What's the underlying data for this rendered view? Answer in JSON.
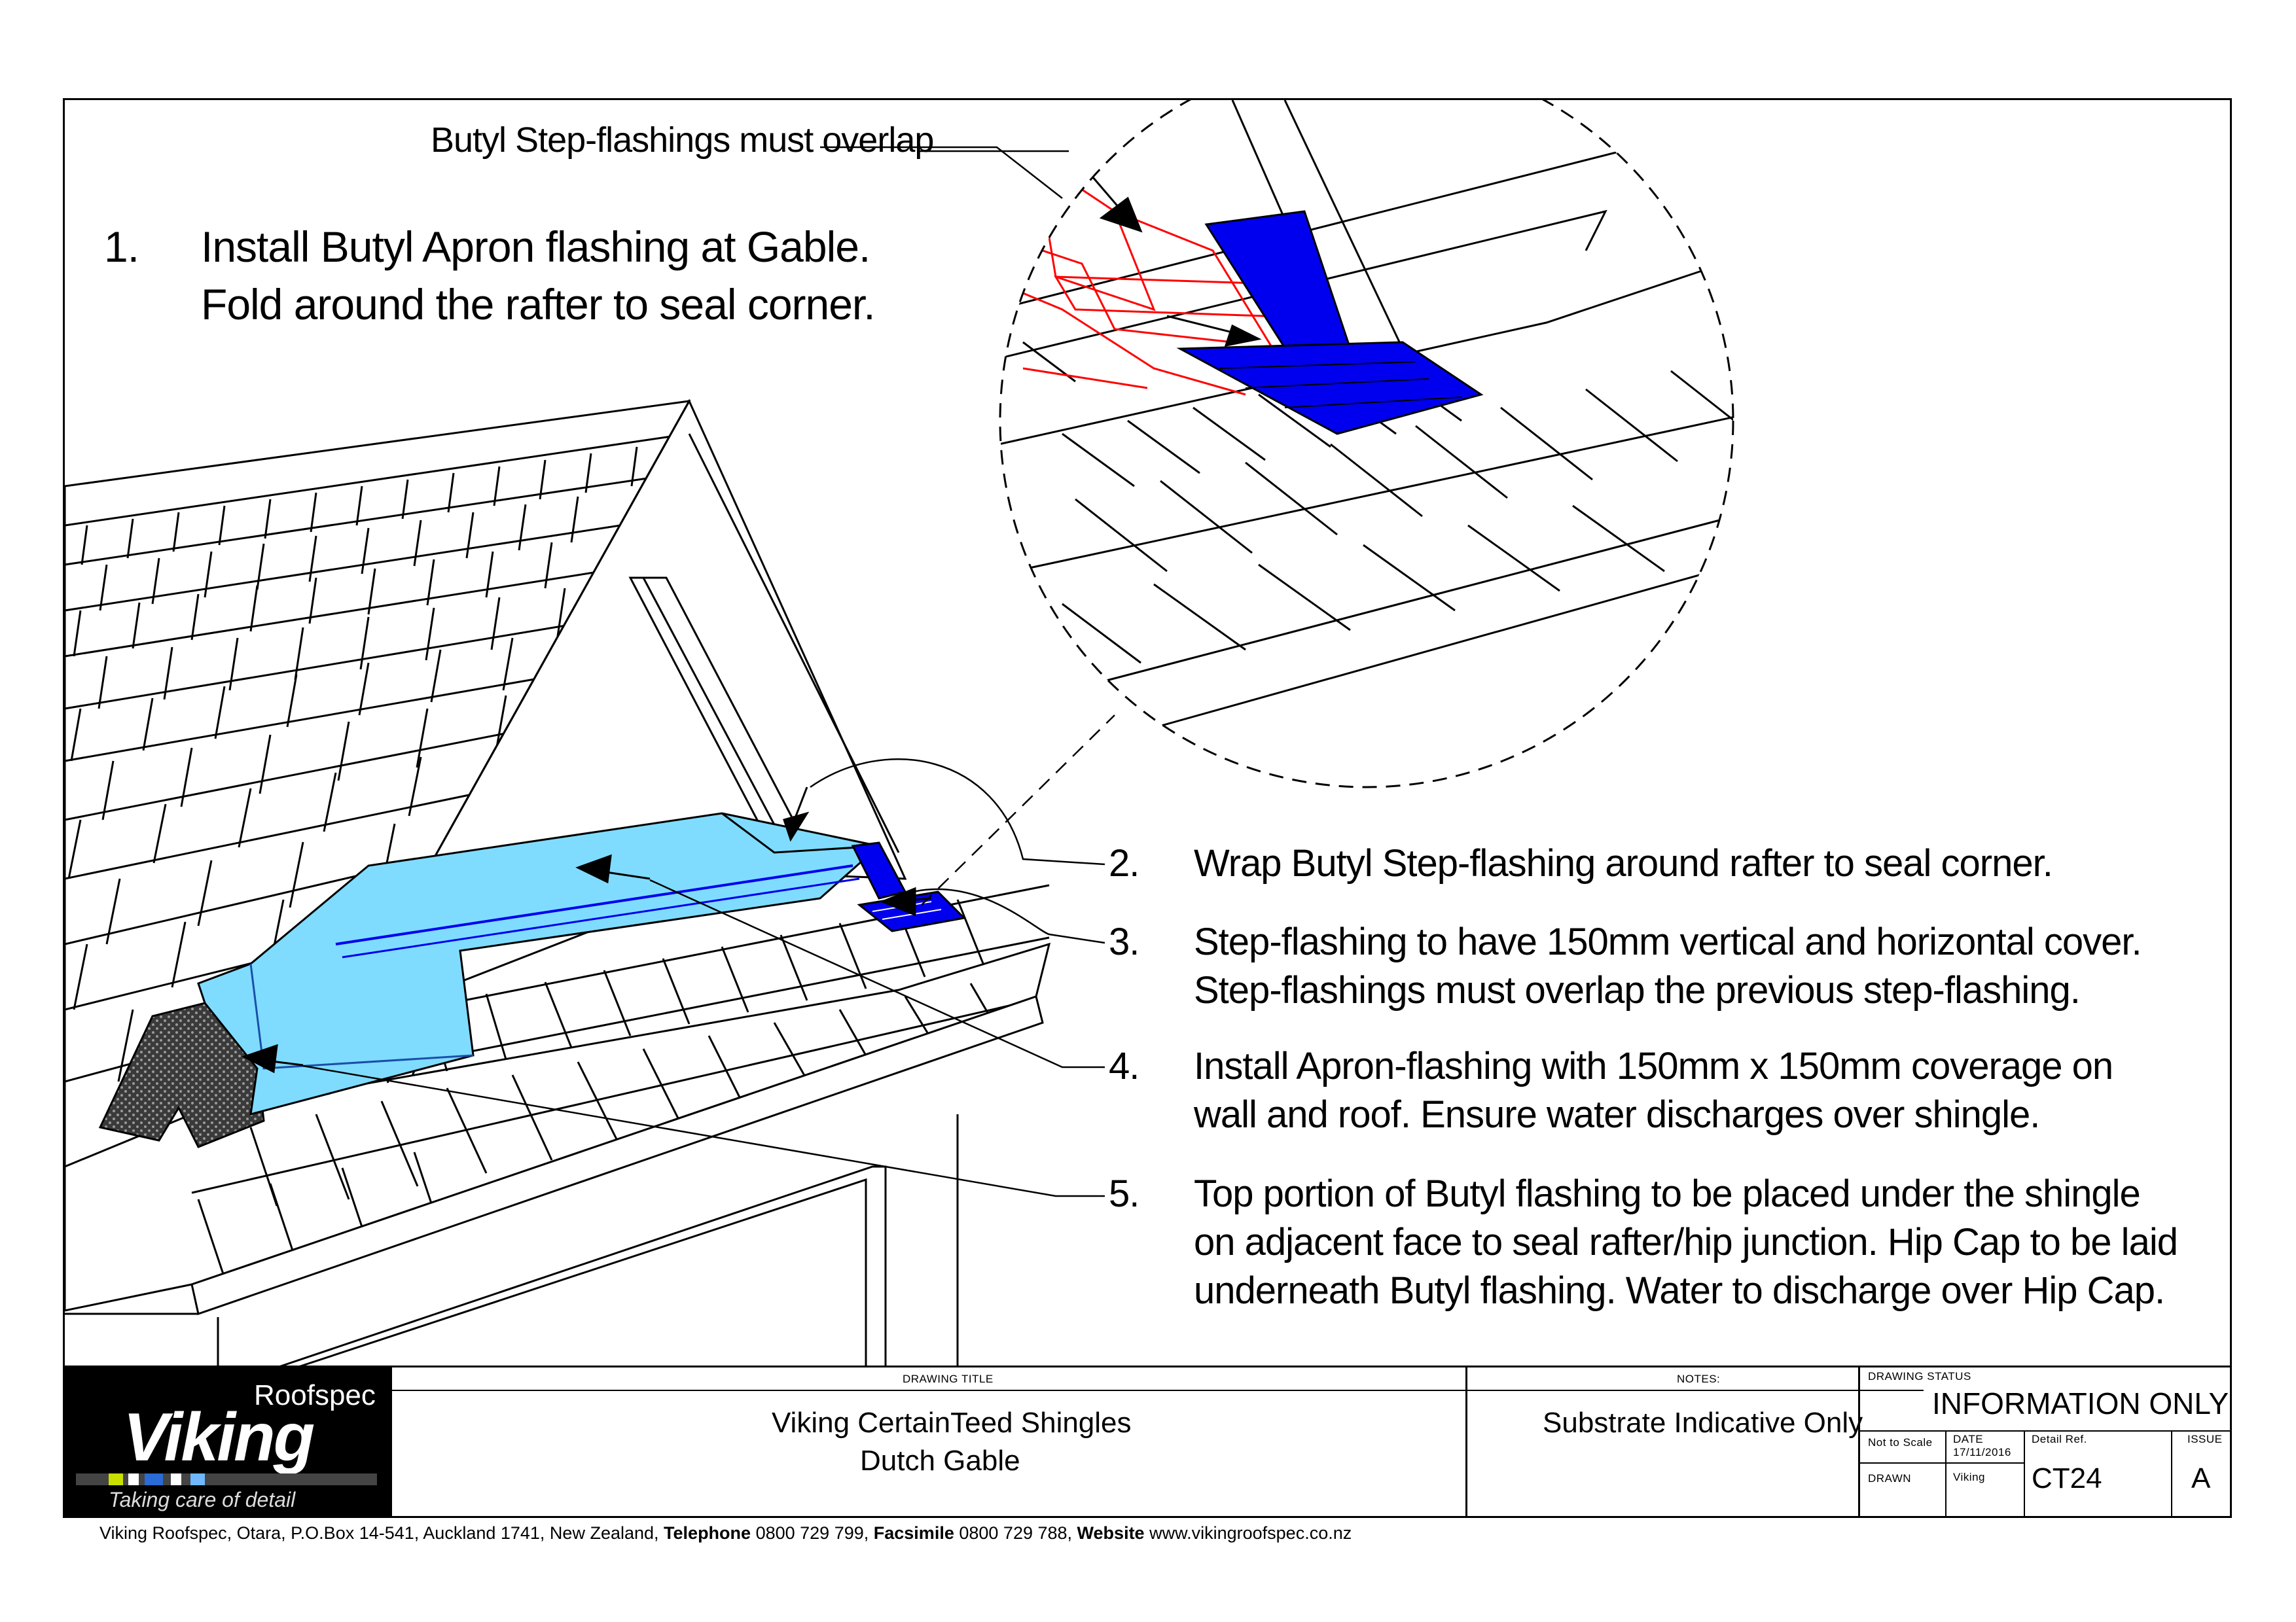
{
  "callouts": {
    "top_label": "Butyl Step-flashings must overlap",
    "note1": {
      "num": "1.",
      "lines": [
        "Install Butyl Apron flashing at Gable.",
        "Fold around the rafter to seal corner."
      ]
    },
    "note2": {
      "num": "2.",
      "lines": [
        "Wrap Butyl Step-flashing around rafter to seal corner."
      ]
    },
    "note3": {
      "num": "3.",
      "lines": [
        "Step-flashing to have 150mm vertical and horizontal cover.",
        "Step-flashings must overlap the previous step-flashing."
      ]
    },
    "note4": {
      "num": "4.",
      "lines": [
        "Install Apron-flashing with 150mm x 150mm coverage on",
        "wall and roof. Ensure water discharges over shingle."
      ]
    },
    "note5": {
      "num": "5.",
      "lines": [
        "Top portion of Butyl flashing to be placed under the shingle",
        "on adjacent face to seal rafter/hip junction. Hip Cap to be laid",
        "underneath Butyl flashing. Water to discharge over Hip Cap."
      ]
    }
  },
  "logo": {
    "brand": "Viking",
    "sub": "Roofspec",
    "tagline": "Taking care of detail"
  },
  "title_block": {
    "drawing_title_label": "DRAWING TITLE",
    "drawing_title_line1": "Viking CertainTeed Shingles",
    "drawing_title_line2": "Dutch Gable",
    "notes_label": "NOTES:",
    "notes_value": "Substrate Indicative Only",
    "status_label": "DRAWING STATUS",
    "status_value": "INFORMATION ONLY",
    "scale": "Not to Scale",
    "date_label": "DATE",
    "date_value": "17/11/2016",
    "detail_label": "Detail Ref.",
    "detail_value": "CT24",
    "issue_label": "ISSUE",
    "issue_value": "A",
    "drawn_label": "DRAWN",
    "drawn_value": "Viking"
  },
  "footer": {
    "address": "Viking Roofspec, Otara, P.O.Box 14-541, Auckland 1741, New Zealand,",
    "tel_label": "Telephone",
    "tel_value": "0800 729 799,",
    "fax_label": "Facsimile",
    "fax_value": "0800 729 788,",
    "web_label": "Website",
    "web_value": "www.vikingroofspec.co.nz"
  },
  "colors": {
    "flashing_light": "#7fdcff",
    "flashing_dark": "#0000ee",
    "flashing_outline_red": "#ff0000",
    "hip_cap": "#333333"
  }
}
